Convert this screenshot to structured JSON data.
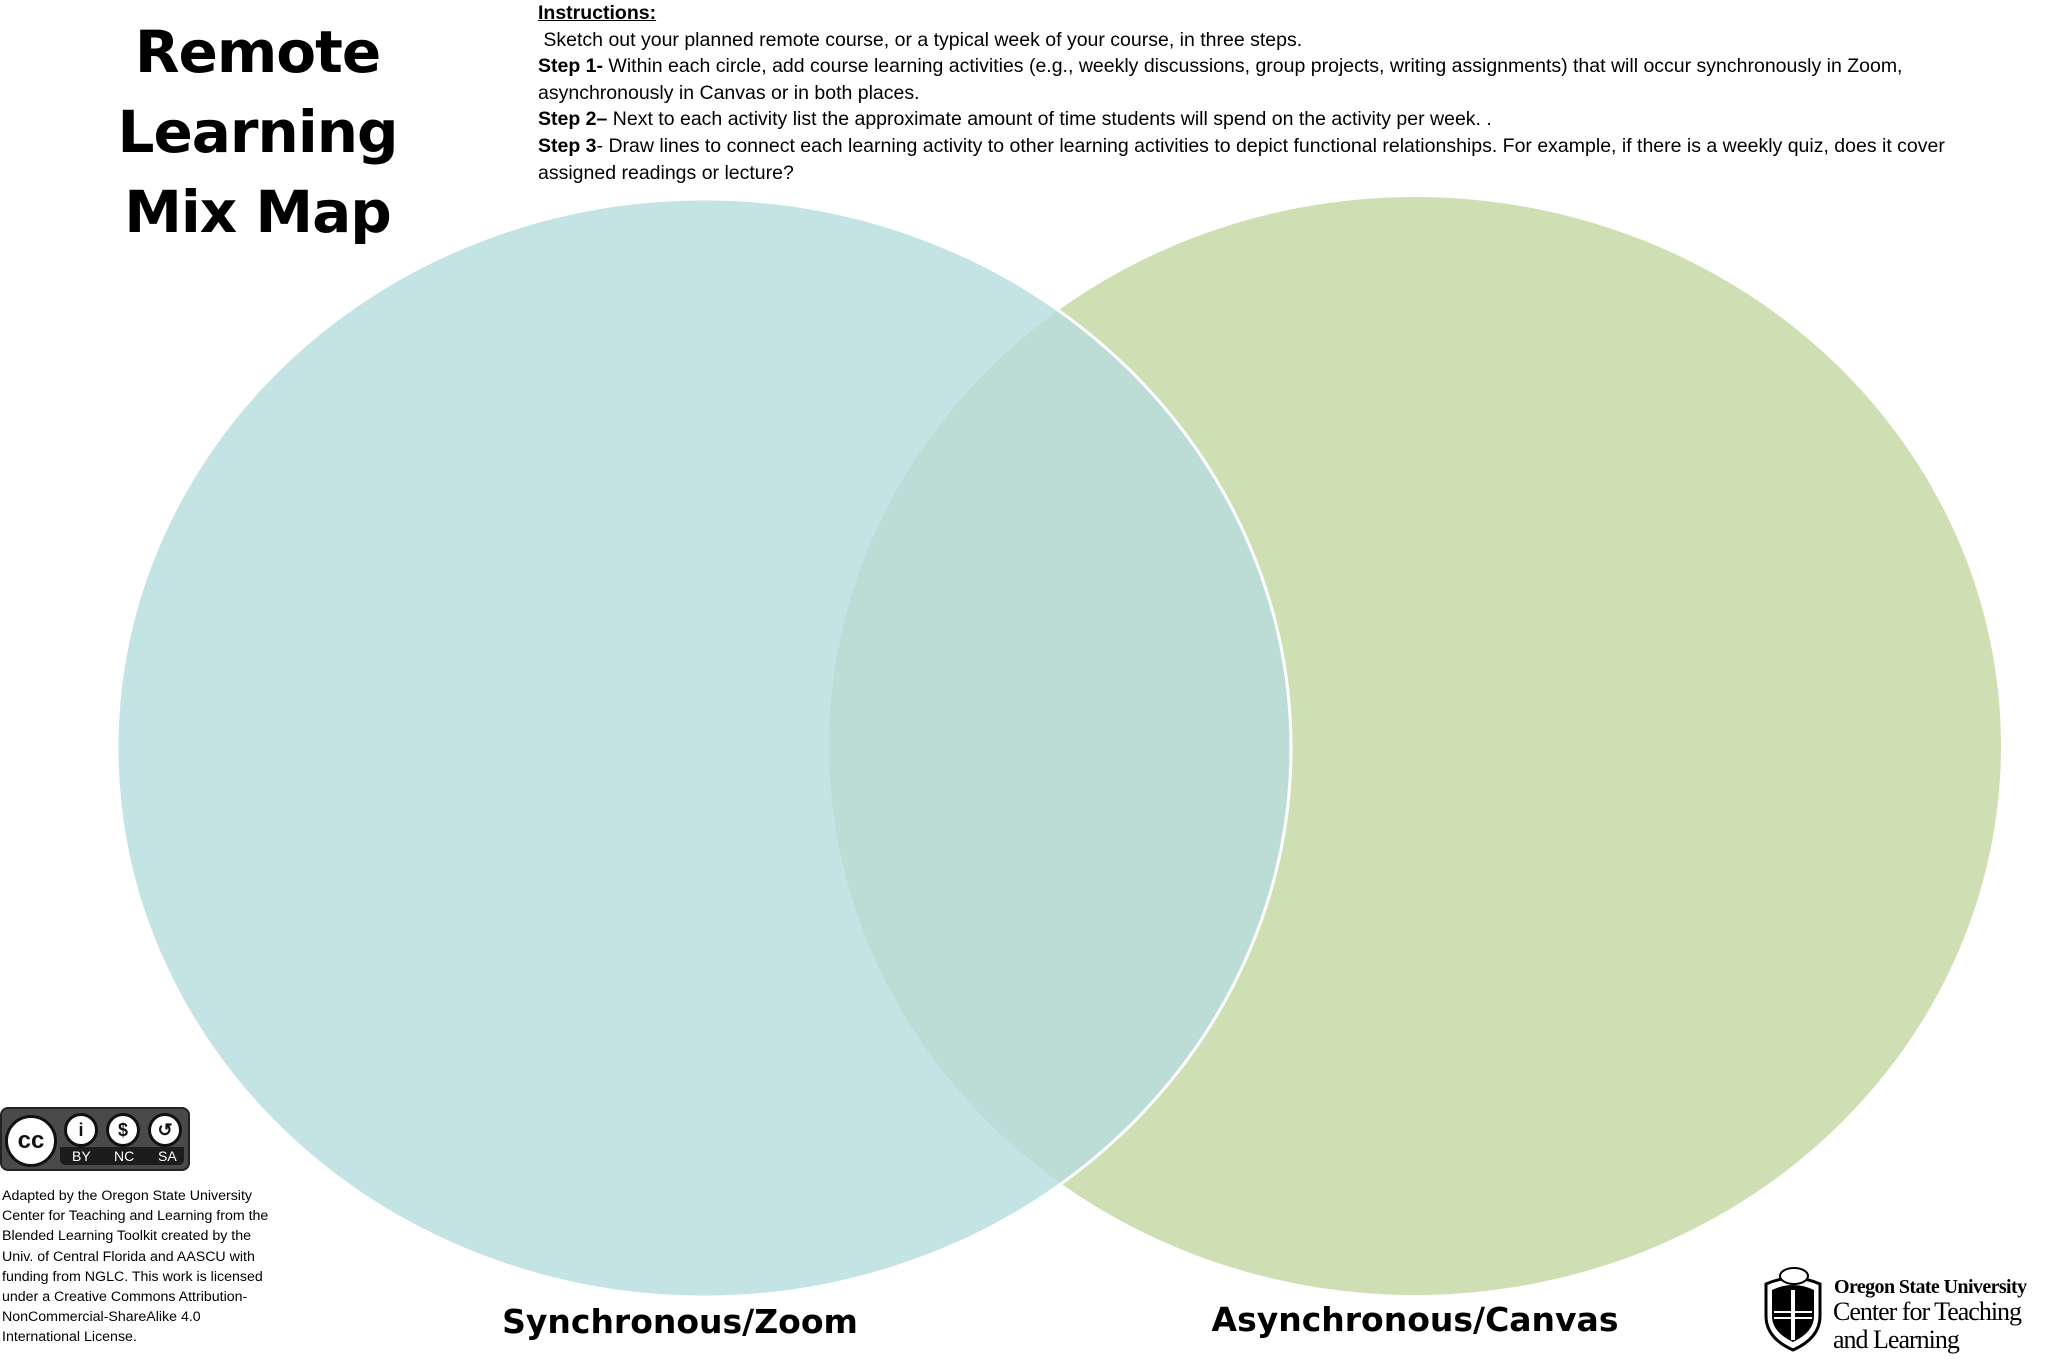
{
  "title": {
    "line1": "Remote Learning",
    "line2": "Mix Map"
  },
  "instructions": {
    "heading": "Instructions:",
    "intro": " Sketch out your planned remote course, or a typical week of your course, in three steps.",
    "steps": [
      {
        "label": "Step 1-",
        "text": " Within each circle, add course learning activities (e.g., weekly discussions, group projects, writing assignments) that will occur synchronously in Zoom, asynchronously in Canvas or in both places."
      },
      {
        "label": "Step 2–",
        "text": " Next to each activity list the approximate amount of time students will spend on the activity per week. ."
      },
      {
        "label": "Step 3",
        "text": "- Draw lines to connect each learning activity to other learning activities to depict functional relationships. For example, if there is a weekly quiz, does it cover assigned readings or lecture?"
      }
    ]
  },
  "venn": {
    "left_label": "Synchronous/Zoom",
    "right_label": "Asynchronous/Canvas",
    "colors": {
      "left": "#c4e3e4",
      "right": "#cfdfb4",
      "overlap": "#bcdcd6"
    }
  },
  "license": {
    "badge_tags": [
      "BY",
      "NC",
      "SA"
    ],
    "badge_logo": "cc",
    "credit": "Adapted by the Oregon State University Center for Teaching and Learning from the Blended Learning Toolkit created by the Univ. of Central Florida and AASCU with funding from NGLC. This work is licensed under a Creative Commons Attribution-NonCommercial-ShareAlike 4.0 International License."
  },
  "logo": {
    "line1": "Oregon State University",
    "line2": "Center for Teaching",
    "line3": "and Learning"
  }
}
